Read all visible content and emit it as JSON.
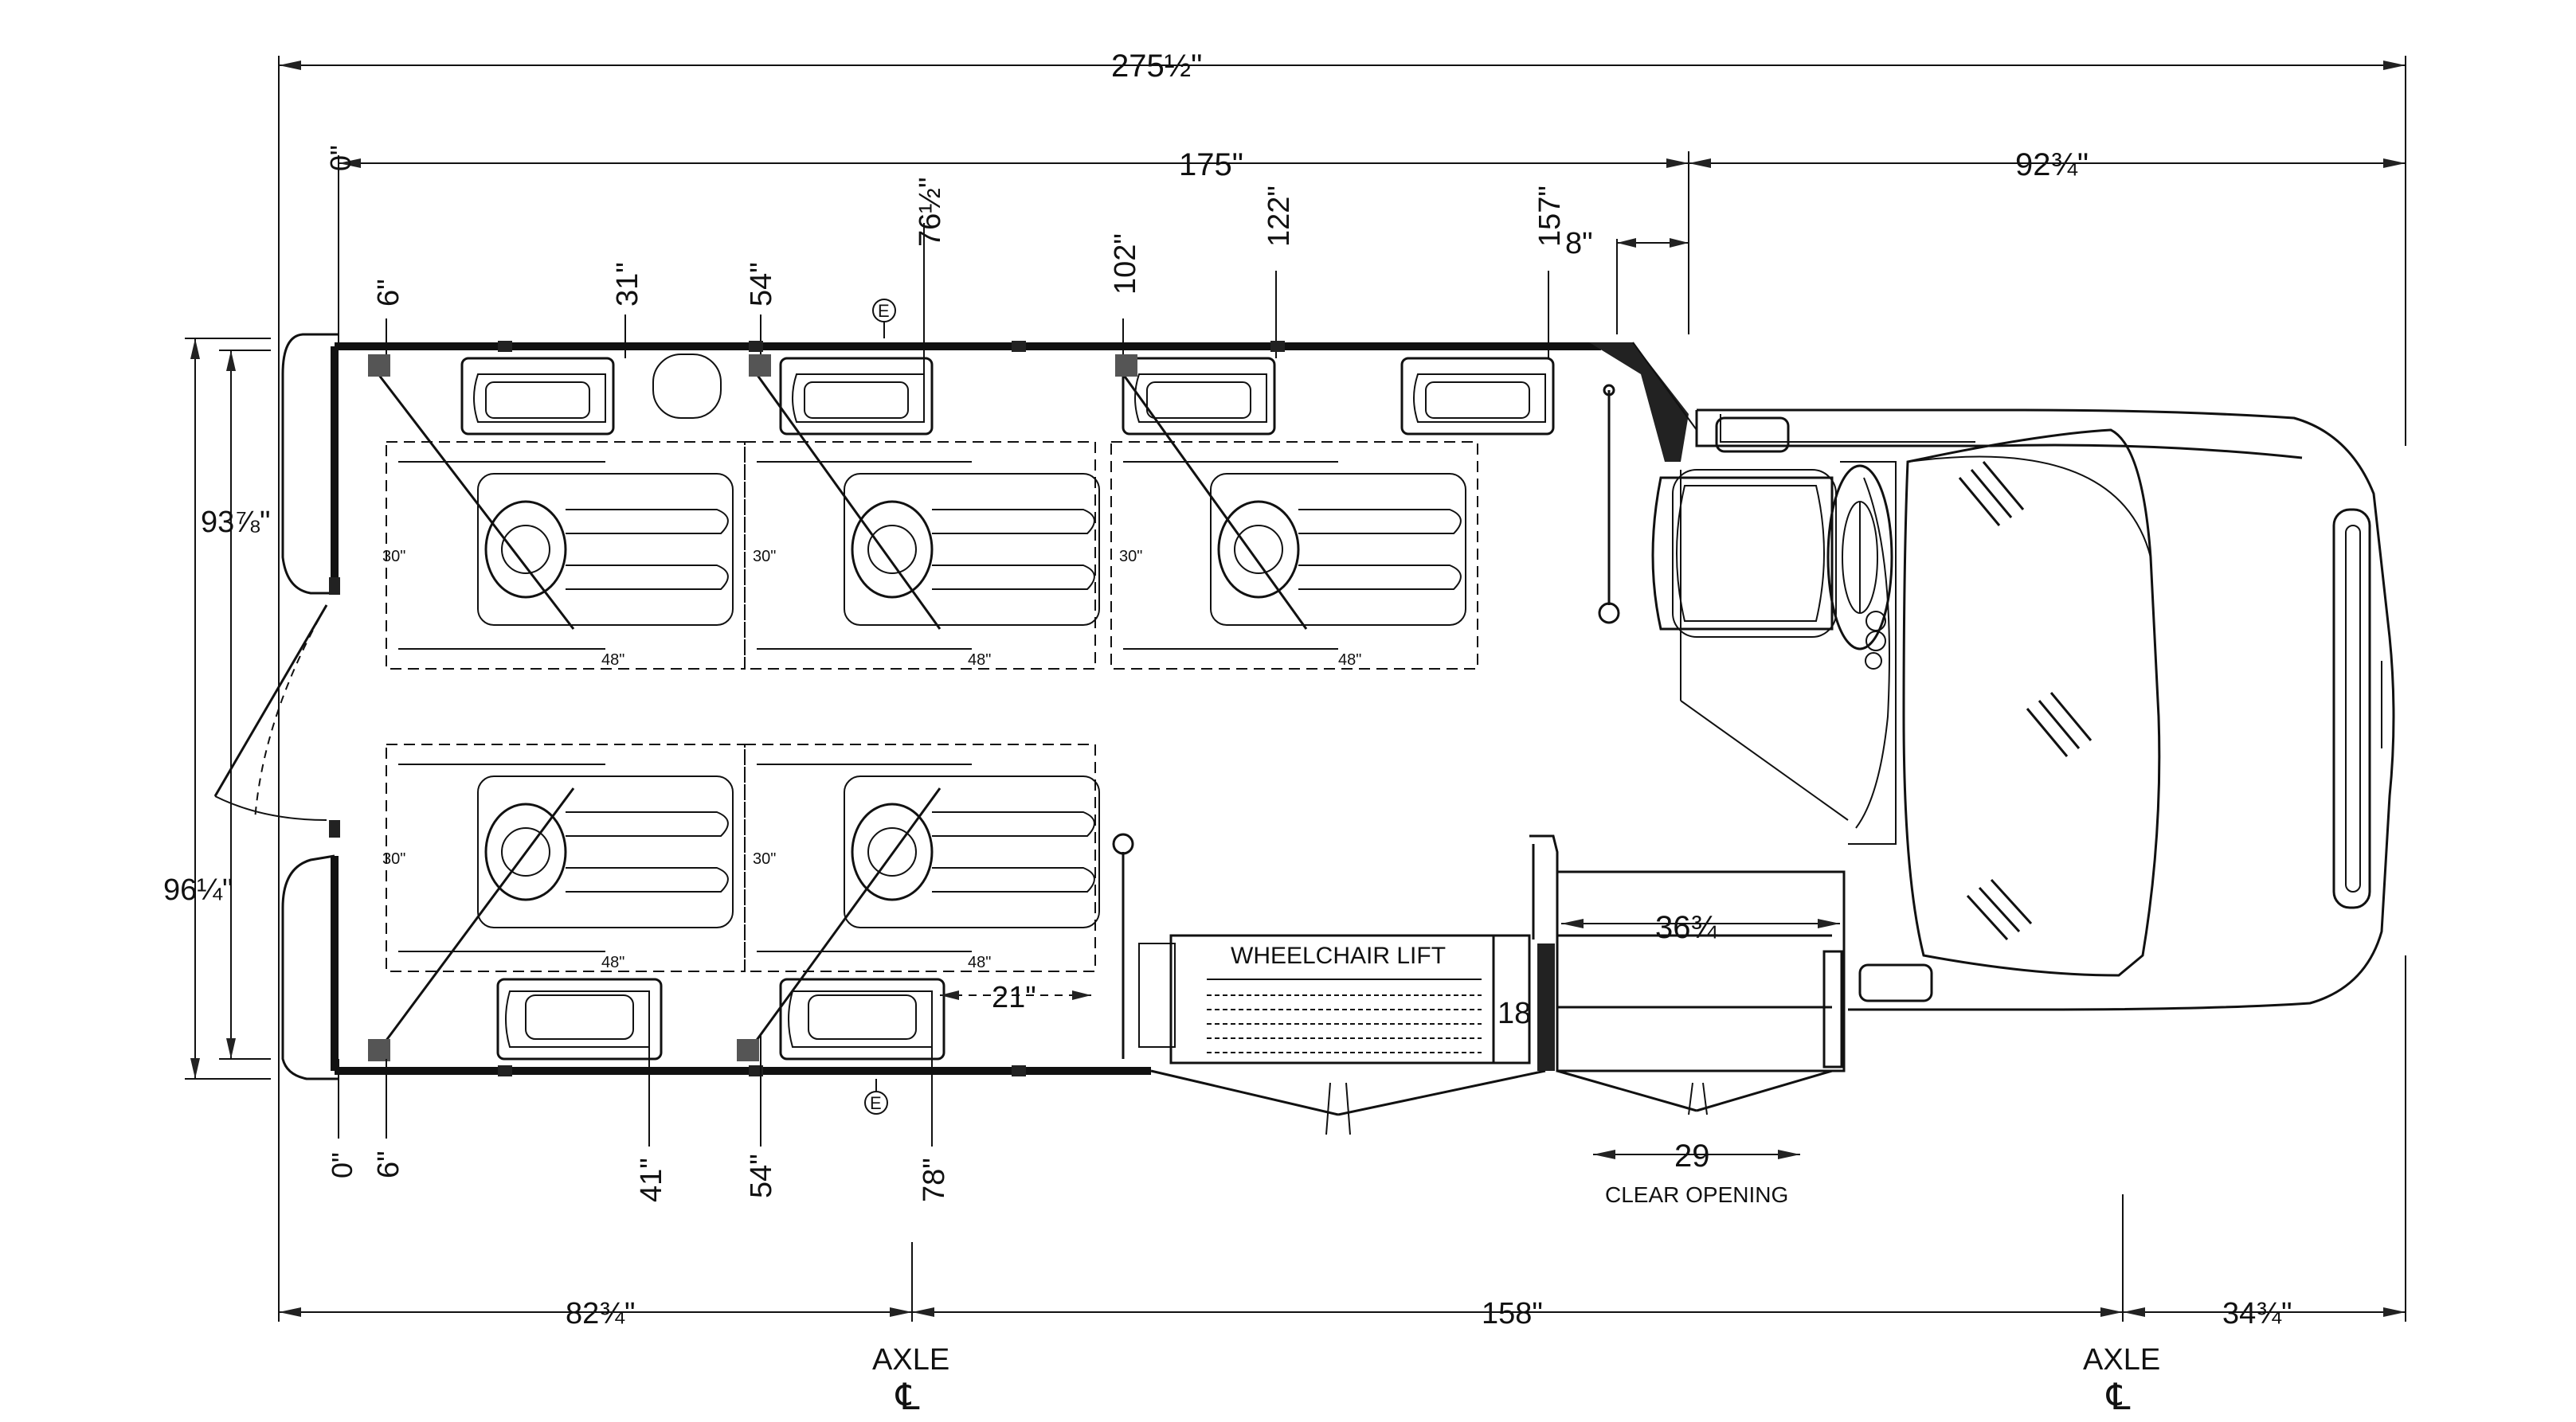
{
  "dimensions": {
    "overall_length": "275½\"",
    "interior_length": "175\"",
    "front_overhang_top": "92¾\"",
    "zero_top": "0\"",
    "zero_bottom": "0\"",
    "width_inner": "93⅞\"",
    "width_outer": "96¼\"",
    "rear_overhang": "82¾\"",
    "wheelbase": "158\"",
    "front_overhang": "34¾\"",
    "door_offset": "8\"",
    "lift_depth": "18",
    "lift_clear_width": "36¾",
    "clear_opening_value": "29",
    "clear_opening_label": "CLEAR OPENING",
    "spacing_21": "21\""
  },
  "top_stations": [
    "6\"",
    "31\"",
    "54\"",
    "76½\"",
    "102\"",
    "122\"",
    "157\""
  ],
  "bottom_stations": [
    "6\"",
    "41\"",
    "54\"",
    "78\""
  ],
  "axle": {
    "label": "AXLE",
    "symbol": "℄"
  },
  "wheelchair_lift_label": "WHEELCHAIR LIFT",
  "bay_width_labels": [
    "30\"",
    "30\"",
    "30\"",
    "30\"",
    "30\""
  ],
  "bay_length_labels": [
    "48\"",
    "48\"",
    "48\"",
    "48\"",
    "48\""
  ],
  "extinguisher_symbol": "E"
}
